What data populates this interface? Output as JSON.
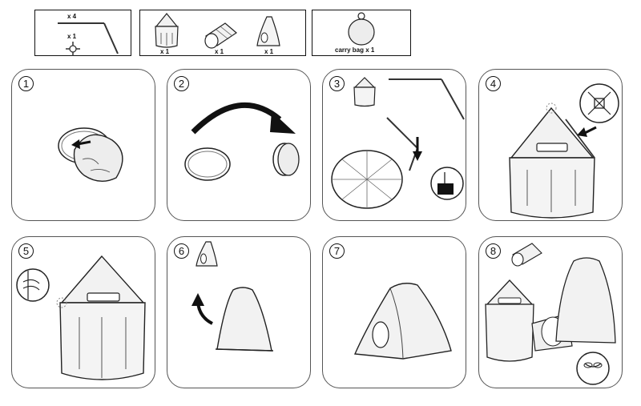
{
  "parts": {
    "poles_qty": "x 4",
    "connector_qty": "x 1",
    "rocket_tent_qty": "x 1",
    "tunnel_qty": "x 1",
    "small_tent_qty": "x 1",
    "carry_bag_label": "carry bag x 1"
  },
  "steps": [
    {
      "number": "1"
    },
    {
      "number": "2"
    },
    {
      "number": "3"
    },
    {
      "number": "4"
    },
    {
      "number": "5"
    },
    {
      "number": "6"
    },
    {
      "number": "7"
    },
    {
      "number": "8"
    }
  ],
  "icons": [
    "pole-icon",
    "connector-icon",
    "rocket-tent-icon",
    "tunnel-icon",
    "small-tent-icon",
    "carry-bag-icon",
    "arrow-icon"
  ]
}
